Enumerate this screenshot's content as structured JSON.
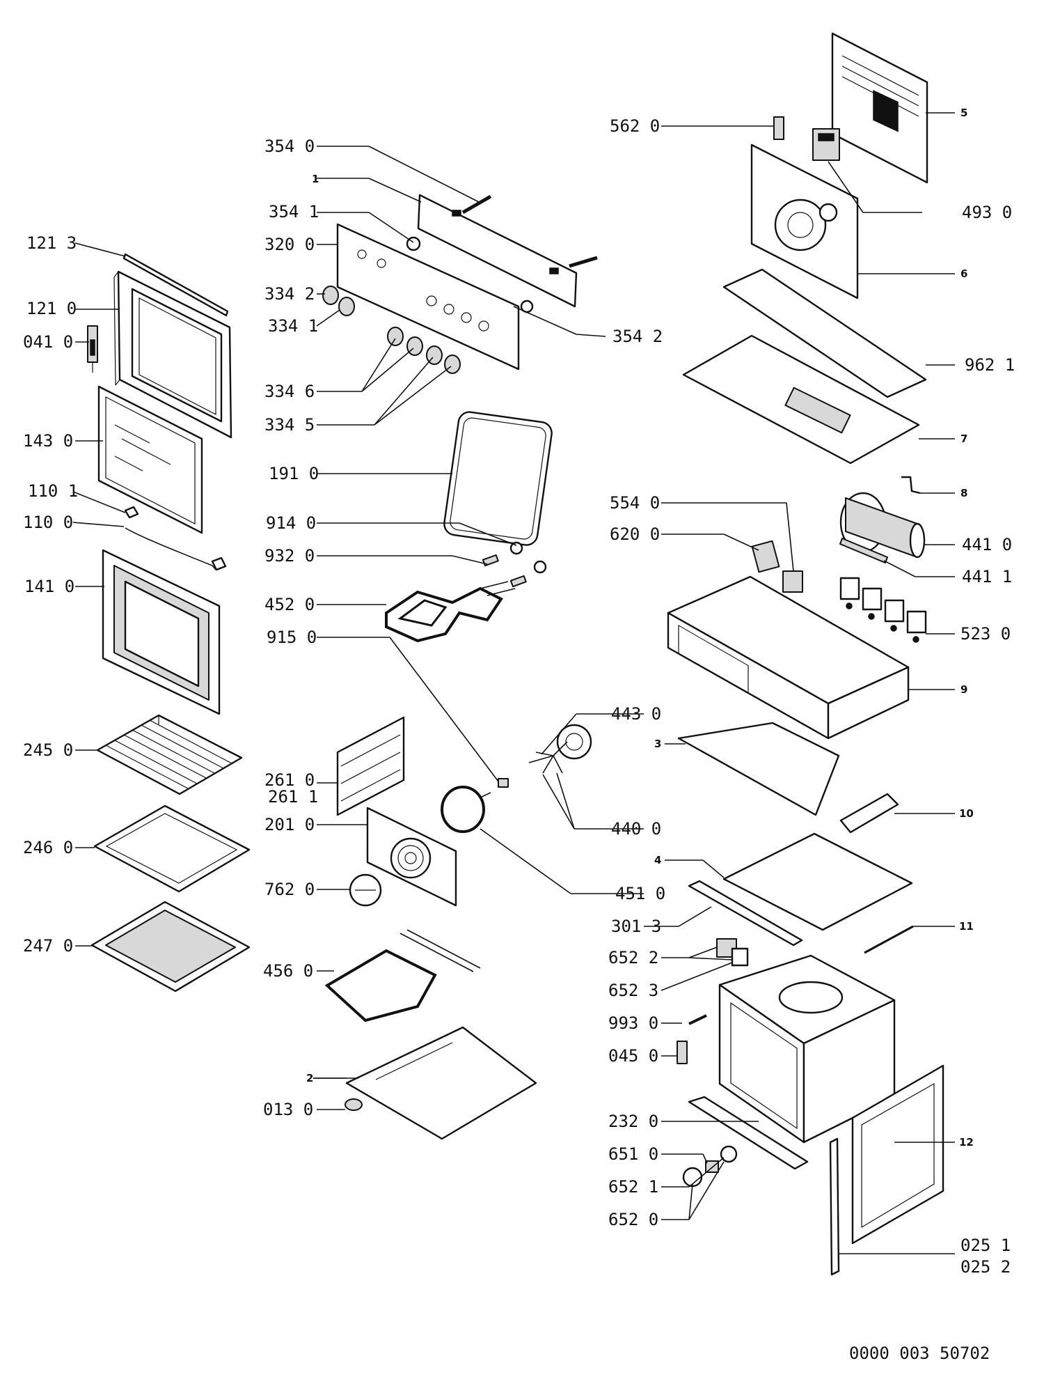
{
  "colors": {
    "ink": "#111111",
    "background": "#ffffff"
  },
  "document_code": "0000 003 50702",
  "callouts": {
    "c_121_3": "121  3",
    "c_121_0": "121  0",
    "c_041_0": "041  0",
    "c_143_0": "143  0",
    "c_110_1": "110  1",
    "c_110_0": "110  0",
    "c_141_0": "141  0",
    "c_245_0": "245  0",
    "c_246_0": "246  0",
    "c_247_0": "247  0",
    "c_354_0": "354  0",
    "c_354_1": "354  1",
    "c_320_0": "320  0",
    "c_334_2": "334  2",
    "c_334_1": "334  1",
    "c_334_6": "334  6",
    "c_334_5": "334  5",
    "c_191_0": "191  0",
    "c_914_0": "914  0",
    "c_932_0": "932  0",
    "c_452_0": "452  0",
    "c_915_0": "915  0",
    "c_261_0": "261  0",
    "c_261_1": "261  1",
    "c_201_0": "201  0",
    "c_762_0": "762  0",
    "c_456_0": "456  0",
    "c_013_0": "013  0",
    "c_354_2": "354  2",
    "c_443_0": "443  0",
    "c_440_0": "440  0",
    "c_451_0": "451  0",
    "c_301_3": "301  3",
    "c_562_0": "562  0",
    "c_493_0": "493  0",
    "c_962_1": "962 1",
    "c_554_0": "554  0",
    "c_620_0": "620  0",
    "c_441_0": "441  0",
    "c_441_1": "441  1",
    "c_523_0": "523  0",
    "c_652_2": "652  2",
    "c_652_3": "652  3",
    "c_993_0": "993  0",
    "c_045_0": "045  0",
    "c_232_0": "232  0",
    "c_651_0": "651  0",
    "c_652_1": "652  1",
    "c_652_0": "652  0",
    "c_025_1": "025  1",
    "c_025_2": "025  2"
  },
  "item_numbers": {
    "n1": "1",
    "n2": "2",
    "n3": "3",
    "n4": "4",
    "n5": "5",
    "n6": "6",
    "n7": "7",
    "n8": "8",
    "n9": "9",
    "n10": "10",
    "n11": "11",
    "n12": "12"
  }
}
